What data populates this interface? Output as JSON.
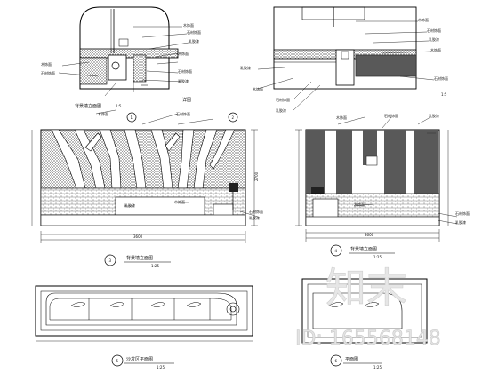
{
  "drawing": {
    "detail_top_left_caption": "背景墙立面图",
    "detail_top_left_scale": "1:5",
    "detail_top_right_caption": "详图",
    "elevation_a_caption": "背景墙立面图",
    "elevation_a_scale": "1:25",
    "elevation_b_caption": "背景墙立面图",
    "elevation_b_scale": "1:25",
    "plan_a_caption": "沙发区平面图",
    "plan_a_scale": "1:25",
    "plan_b_caption": "平面图",
    "plan_b_scale": "1:25",
    "callout_1": "1",
    "callout_2": "2",
    "callout_3": "3",
    "callout_4": "4",
    "callout_5": "5",
    "callout_6": "6",
    "note_label": "木饰面",
    "note_label_2": "石材饰面",
    "note_label_3": "乳胶漆",
    "dim_total": "3600",
    "dim_height": "2700"
  },
  "watermark": {
    "brand": "知末",
    "id_text": "ID: 165568148"
  }
}
